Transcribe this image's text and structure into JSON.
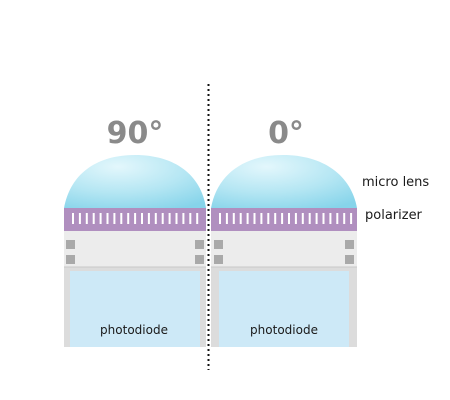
{
  "pixels": [
    {
      "angle_label": "90°",
      "photodiode_label": "photodiode"
    },
    {
      "angle_label": "0°",
      "photodiode_label": "photodiode"
    }
  ],
  "layer_labels": {
    "micro_lens": "micro lens",
    "polarizer": "polarizer"
  },
  "colors": {
    "lens_light": "#e3f7fc",
    "lens_dark": "#86d4ea",
    "polarizer": "#b08fbf",
    "polarizer_slit": "#ffffff",
    "frame": "#dcdcdc",
    "frame_band": "#f0f0f0",
    "frame_square": "#a9a9a9",
    "photodiode": "#cde9f7",
    "divider": "#111111",
    "angle_text": "#8a8a8a"
  }
}
